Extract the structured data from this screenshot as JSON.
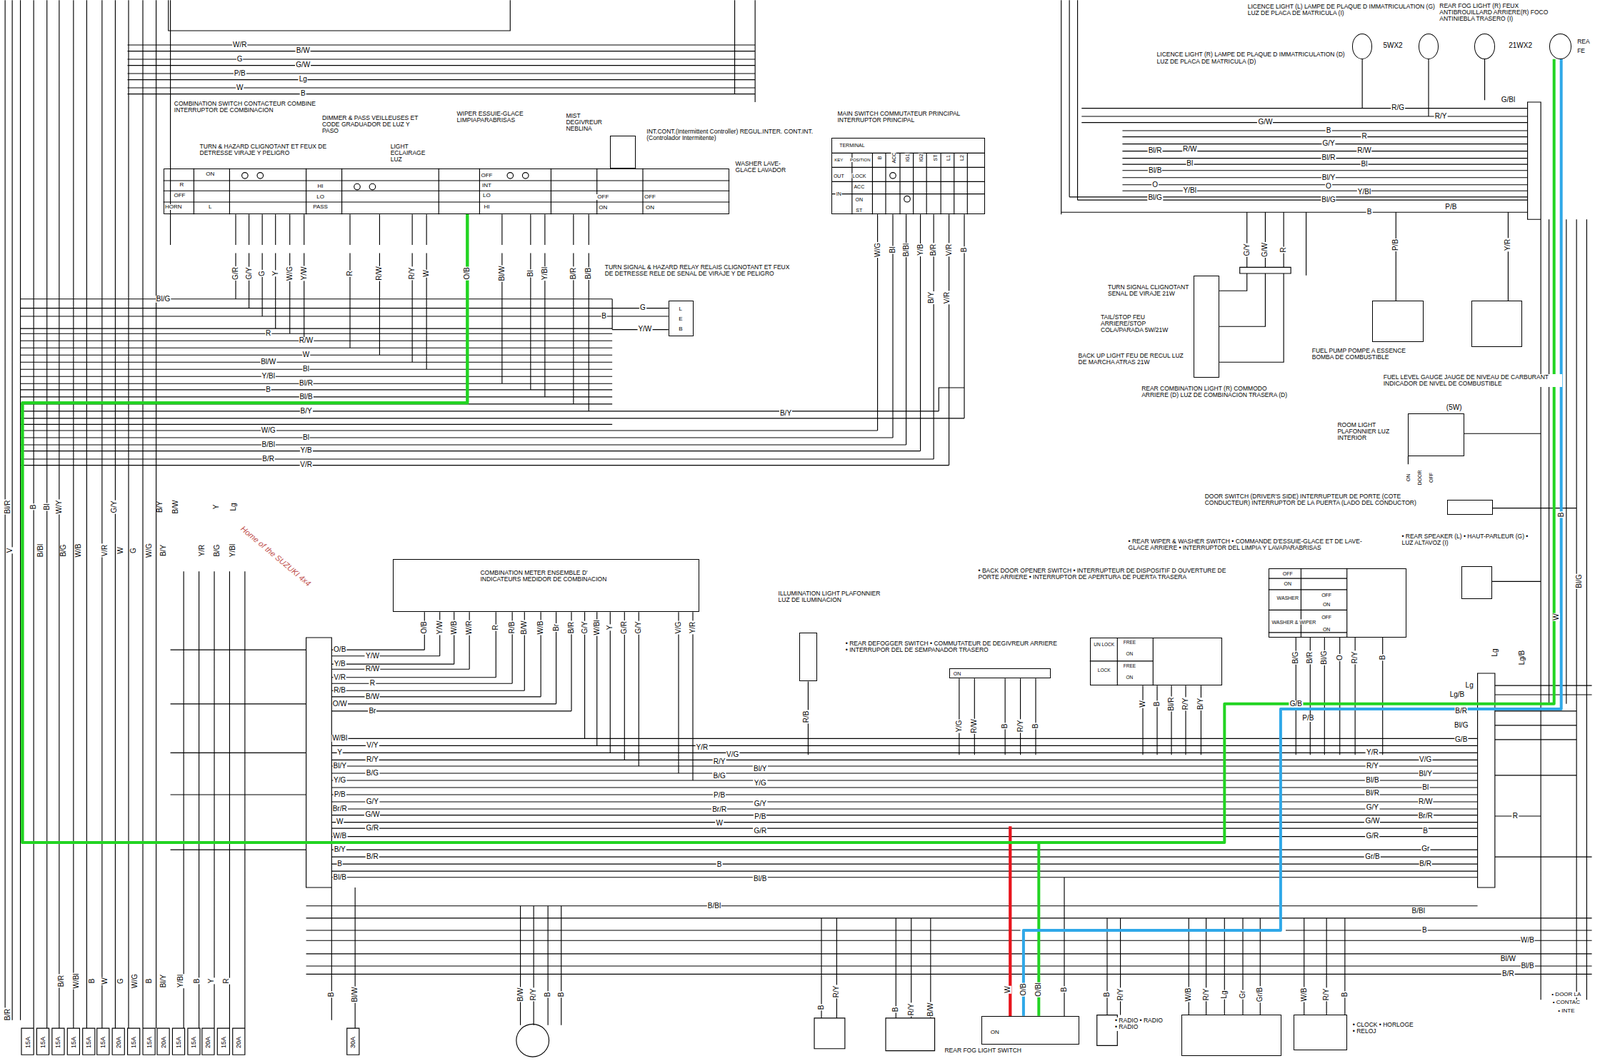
{
  "diagram": {
    "nodes": [
      {
        "text": [
          "COMBINATION SWITCH CONTACTEUR COMBINE INTERRUPTOR DE COMBINACION",
          "TURN & HAZARD CLIGNOTANT ET FEUX DE DETRESSE VIRAJE Y PELIGRO",
          "DIMMER & PASS VEILLEUSES ET CODE GRADUADOR DE LUZ Y PASO",
          "LIGHT ECLAIRAGE LUZ",
          "WIPER ESSUIE-GLACE LIMPIAPARABRISAS",
          "MIST DEGIVREUR NEBLINA",
          "WASHER LAVE-GLACE LAVADOR"
        ]
      },
      {
        "text": [
          "INT.CONT.(Intermittent Controller) REGUL.INTER. CONT.INT.(Controlador Intermitente)"
        ]
      },
      {
        "text": [
          "MAIN SWITCH COMMUTATEUR PRINCIPAL INTERRUPTOR PRINCIPAL"
        ]
      },
      {
        "text": [
          "TURN SIGNAL & HAZARD RELAY RELAIS CLIGNOTANT ET FEUX DE DETRESSE RELE DE SENAL DE VIRAJE Y DE PELIGRO"
        ]
      },
      {
        "text": [
          "LICENCE LIGHT (L) LAMPE DE PLAQUE D IMMATRICULATION (G) LUZ DE PLACA DE MATRICULA (I)"
        ]
      },
      {
        "text": [
          "LICENCE LIGHT (R) LAMPE DE PLAQUE D IMMATRICULATION (D) LUZ DE PLACA DE MATRICULA (D)"
        ]
      },
      {
        "text": [
          "REAR FOG LIGHT (R) FEUX ANTIBROUILLARD ARRIERE(R) FOCO ANTINIEBLA TRASERO (I)"
        ]
      },
      {
        "text": [
          "REA",
          "FE"
        ]
      },
      {
        "text": [
          "TURN SIGNAL CLIGNOTANT SENAL DE VIRAJE 21W",
          "TAIL/STOP FEU ARRIERE/STOP COLA/PARADA 5W/21W",
          "BACK UP LIGHT FEU DE RECUL LUZ DE MARCHA ATRAS 21W",
          "REAR COMBINATION LIGHT (R) COMMODO ARRIERE (D) LUZ DE COMBINACION TRASERA (D)"
        ]
      },
      {
        "text": [
          "FUEL PUMP POMPE A ESSENCE BOMBA DE COMBUSTIBLE"
        ]
      },
      {
        "text": [
          "FUEL LEVEL GAUGE JAUGE DE NIVEAU DE CARBURANT INDICADOR DE NIVEL DE COMBUSTIBLE"
        ]
      },
      {
        "text": [
          "ROOM LIGHT PLAFONNIER LUZ INTERIOR"
        ]
      },
      {
        "text": [
          "DOOR SWITCH (DRIVER'S SIDE) INTERRUPTEUR DE PORTE (COTE CONDUCTEUR) INTERRUPTOR DE LA PUERTA (LADO DEL CONDUCTOR)"
        ]
      },
      {
        "text": [
          "• REAR SPEAKER (L) • HAUT-PARLEUR (G) • LUZ ALTAVOZ (I)"
        ]
      },
      {
        "text": [
          "• REAR WIPER & WASHER SWITCH • COMMANDE D'ESSUIE-GLACE ET DE LAVE-GLACE ARRIERE • INTERRUPTOR DEL LIMPIA Y LAVAPARABRISAS"
        ]
      },
      {
        "text": [
          "• BACK DOOR OPENER SWITCH • INTERRUPTEUR DE DISPOSITIF D OUVERTURE DE PORTE ARRIERE • INTERRUPTOR DE APERTURA DE PUERTA TRASERA"
        ]
      },
      {
        "text": [
          "• REAR DEFOGGER SWITCH • COMMUTATEUR DE DEGIVREUR ARRIERE • INTERRUPOR DEL DE SEMPANADOR TRASERO"
        ]
      },
      {
        "text": [
          "ILLUMINATION LIGHT PLAFONNIER LUZ DE ILUMINACION"
        ]
      },
      {
        "text": [
          "COMBINATION METER ENSEMBLE D' INDICATEURS MEDIDOR DE COMBINACION"
        ]
      },
      {
        "text": [
          "REAR FOG LIGHT SWITCH"
        ]
      },
      {
        "text": [
          "• RADIO • RADIO • RADIO"
        ]
      },
      {
        "text": [
          "• CLOCK • HORLOGE • RELOJ"
        ]
      }
    ],
    "edges": [
      {
        "from": 0,
        "to": 19,
        "arrow": "none"
      },
      {
        "from": 0,
        "to": 7,
        "arrow": "none"
      },
      {
        "from": 19,
        "to": 7,
        "arrow": "none"
      }
    ],
    "labels": [
      "W/R",
      "G",
      "P/B",
      "W",
      "B/W",
      "G/W",
      "Lg",
      "B",
      "ON",
      "R",
      "OFF",
      "L",
      "HORN",
      "HI",
      "LO",
      "PASS",
      "OFF",
      "INT",
      "LO",
      "HI",
      "OFF",
      "ON",
      "OFF",
      "ON",
      "G/R",
      "G/Y",
      "G",
      "Y",
      "W/G",
      "Y/W",
      "R",
      "R/W",
      "R/Y",
      "W",
      "O/B",
      "Bl/W",
      "Bl",
      "Y/Bl",
      "B/R",
      "B/B",
      "TERMINAL",
      "KEY",
      "POSITION",
      "B",
      "ACC",
      "IG1",
      "IG2",
      "ST",
      "L1",
      "L2",
      "OUT",
      "LOCK",
      "ACC",
      "IN",
      "ON",
      "ST",
      "W/G",
      "Bl",
      "B/Bl",
      "Y/B",
      "B/R",
      "V/R",
      "B",
      "B/Y",
      "V/R",
      "G",
      "B",
      "Y/W",
      "L",
      "E",
      "B",
      "Bl/G",
      "R",
      "R/W",
      "W",
      "Bl/W",
      "Bl",
      "Y/Bl",
      "Bl/R",
      "B",
      "Bl/B",
      "B/Y",
      "B/Y",
      "W/G",
      "Bl",
      "B/Bl",
      "Y/B",
      "B/R",
      "V/R",
      "Bl/R",
      "B",
      "Bl",
      "W/Y",
      "G/Y",
      "B/Y",
      "B/W",
      "Y",
      "Lg",
      "V",
      "B/Bl",
      "B/G",
      "W/B",
      "V/R",
      "W",
      "G",
      "W/G",
      "B/Y",
      "Y/R",
      "B/G",
      "Y/Bl",
      "O/B",
      "Y/W",
      "W/B",
      "W/R",
      "R",
      "R/B",
      "B/W",
      "W/B",
      "Br",
      "B/R",
      "G/Y",
      "W/Bl",
      "Y",
      "G/R",
      "G/Y",
      "V/G",
      "Y/R",
      "O/B",
      "Y/B",
      "V/R",
      "R/B",
      "O/W",
      "W/Bl",
      "Y",
      "Bl/Y",
      "Y/G",
      "P/B",
      "Br/R",
      "W",
      "W/B",
      "B/Y",
      "B",
      "Bl/B",
      "Y/W",
      "R/W",
      "R",
      "B/W",
      "Br",
      "V/Y",
      "R/Y",
      "B/G",
      "G/Y",
      "G/W",
      "G/R",
      "B/R",
      "Y/R",
      "V/G",
      "R/Y",
      "Bl/Y",
      "B/G",
      "Y/G",
      "P/B",
      "G/Y",
      "Br/R",
      "P/B",
      "W",
      "G/R",
      "B",
      "Bl/B",
      "B/Bl",
      "Lg",
      "Lg/B",
      "G/B",
      "P/B",
      "B/R",
      "Bl/G",
      "G/B",
      "Y/R",
      "R/Y",
      "Bl/B",
      "Bl/R",
      "G/Y",
      "G/W",
      "G/R",
      "Gr/B",
      "V/G",
      "Bl/Y",
      "Bl",
      "R/W",
      "Br/R",
      "B",
      "Gr",
      "B/R",
      "R",
      "B/Bl",
      "B",
      "W/B",
      "Bl/W",
      "Bl/B",
      "B/R",
      "R/G",
      "R/Y",
      "G/Bl",
      "G/W",
      "B",
      "R",
      "Bl/R",
      "R/W",
      "G/Y",
      "R/W",
      "Bl/B",
      "Bl",
      "Bl/R",
      "Bl",
      "O",
      "Y/Bl",
      "Bl/Y",
      "O",
      "Bl/G",
      "Y/Bl",
      "Bl/G",
      "B",
      "P/B",
      "G/Y",
      "G/W",
      "R",
      "P/B",
      "Y/R",
      "Lg",
      "Lg/B",
      "W",
      "Bl/G",
      "B",
      "Y/G",
      "R/W",
      "B",
      "R/Y",
      "B",
      "W",
      "B",
      "Bl/R",
      "R/Y",
      "B/Y",
      "B/G",
      "B/R",
      "Bl/G",
      "O",
      "R/Y",
      "B",
      "R/B",
      "ON",
      "UN LOCK",
      "FREE",
      "ON",
      "LOCK",
      "FREE",
      "ON",
      "OFF",
      "ON",
      "WASHER",
      "OFF",
      "ON",
      "WASHER & WIPER",
      "OFF",
      "ON",
      "B/R",
      "B/R",
      "W/Bl",
      "B",
      "W",
      "G",
      "W/G",
      "B",
      "Bl/Y",
      "Y/Bl",
      "B",
      "Y",
      "R",
      "B",
      "Bl/W",
      "B/W",
      "R/Y",
      "B",
      "B",
      "R/Y",
      "B",
      "B",
      "R/Y",
      "B/W",
      "W",
      "O/B",
      "O/Bl",
      "B",
      "B",
      "R/Y",
      "W/B",
      "R/Y",
      "Lg",
      "Gr",
      "Gr/B",
      "W/B",
      "R/Y",
      "B",
      "15A",
      "15A",
      "15A",
      "15A",
      "15A",
      "15A",
      "20A",
      "15A",
      "15A",
      "20A",
      "15A",
      "15A",
      "20A",
      "15A",
      "20A",
      "30A",
      "5WX2",
      "21WX2",
      "(5W)",
      "ON",
      "DOOR",
      "OFF",
      "Home of the SUZUKI 4x4",
      "• DOOR LA",
      "• CONTAC",
      "• INTE",
      "ON"
    ]
  }
}
